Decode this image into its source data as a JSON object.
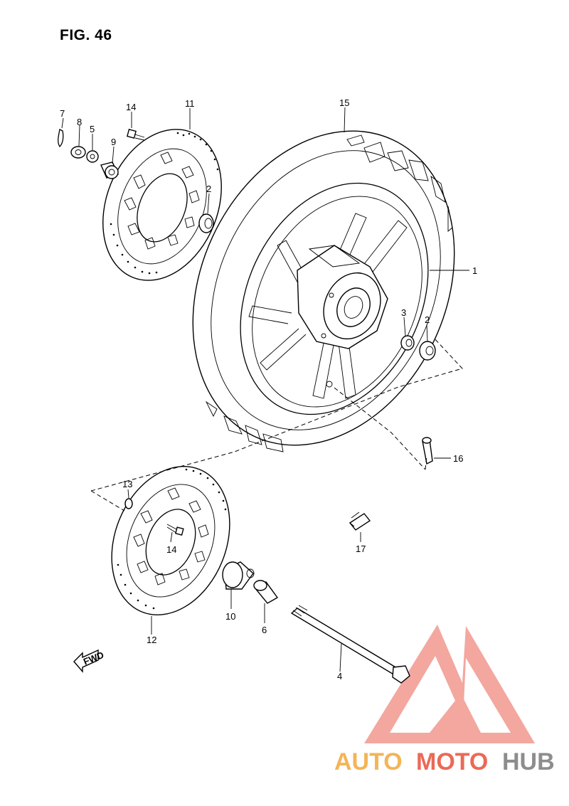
{
  "figure": {
    "title": "FIG. 46"
  },
  "callouts": [
    {
      "id": "c1",
      "label": "1"
    },
    {
      "id": "c2a",
      "label": "2"
    },
    {
      "id": "c2b",
      "label": "2"
    },
    {
      "id": "c3",
      "label": "3"
    },
    {
      "id": "c4",
      "label": "4"
    },
    {
      "id": "c5",
      "label": "5"
    },
    {
      "id": "c6",
      "label": "6"
    },
    {
      "id": "c7",
      "label": "7"
    },
    {
      "id": "c8",
      "label": "8"
    },
    {
      "id": "c9",
      "label": "9"
    },
    {
      "id": "c10",
      "label": "10"
    },
    {
      "id": "c11",
      "label": "11"
    },
    {
      "id": "c12",
      "label": "12"
    },
    {
      "id": "c13",
      "label": "13"
    },
    {
      "id": "c14a",
      "label": "14"
    },
    {
      "id": "c14b",
      "label": "14"
    },
    {
      "id": "c15",
      "label": "15"
    },
    {
      "id": "c16",
      "label": "16"
    },
    {
      "id": "c17",
      "label": "17"
    }
  ],
  "fwd_arrow": {
    "label": "FWD"
  },
  "watermark": {
    "text_part1": "AUTO",
    "text_part2": "MOTO",
    "text_part3": "HUB",
    "colors": {
      "orange": "#f2a93b",
      "red": "#e8503a",
      "gray": "#7a7a7a",
      "logo": "#f08a80"
    }
  }
}
